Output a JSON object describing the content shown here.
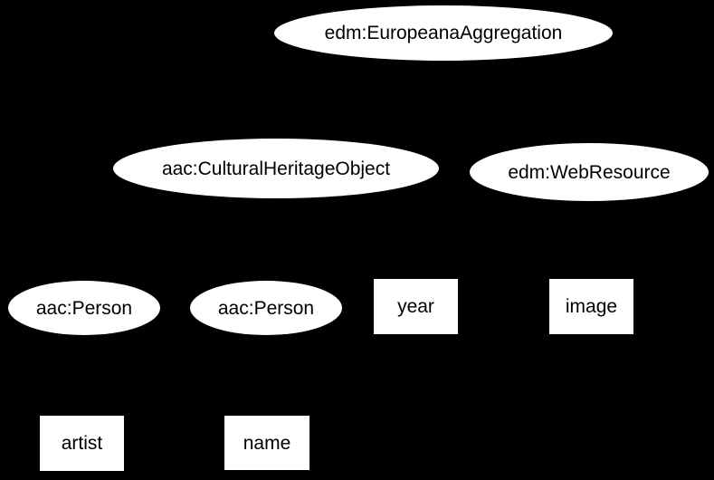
{
  "diagram": {
    "type": "graph",
    "background_color": "#000000",
    "node_fill_color": "#ffffff",
    "node_text_color": "#000000",
    "nodes": [
      {
        "label": "edm:EuropeanaAggregation",
        "shape": "ellipse"
      },
      {
        "label": "aac:CulturalHeritageObject",
        "shape": "ellipse"
      },
      {
        "label": "edm:WebResource",
        "shape": "ellipse"
      },
      {
        "label": "aac:Person",
        "shape": "ellipse"
      },
      {
        "label": "aac:Person",
        "shape": "ellipse"
      },
      {
        "label": "year",
        "shape": "box"
      },
      {
        "label": "image",
        "shape": "box"
      },
      {
        "label": "artist",
        "shape": "box"
      },
      {
        "label": "name",
        "shape": "box"
      }
    ]
  }
}
